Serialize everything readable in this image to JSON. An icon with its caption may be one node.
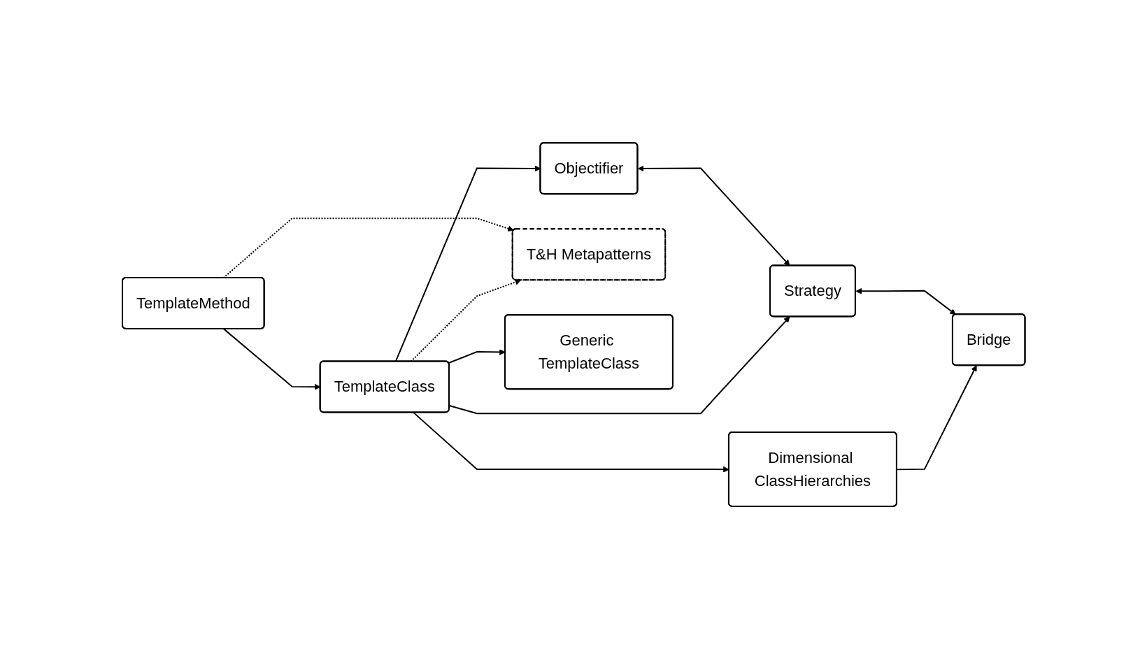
{
  "diagram": {
    "nodes": [
      {
        "text": [
          "Objectifier"
        ]
      },
      {
        "text": [
          "Strategy"
        ]
      },
      {
        "text": [
          "T&H Metapatterns"
        ]
      },
      {
        "text": [
          "Bridge"
        ]
      },
      {
        "text": [
          "TemplateMethod"
        ]
      },
      {
        "text": [
          "TemplateClass"
        ]
      },
      {
        "text": [
          "Dimensional ClassHierarchies"
        ]
      },
      {
        "text": [
          "Generic TemplateClass"
        ]
      }
    ],
    "edges": [
      {
        "from": 0,
        "to": 1,
        "arrow": "both"
      },
      {
        "from": 5,
        "to": 1,
        "arrow": "to"
      },
      {
        "from": 1,
        "to": 3,
        "arrow": "both"
      },
      {
        "from": 4,
        "to": 2,
        "arrow": "to",
        "style": "dashed"
      },
      {
        "from": 5,
        "to": 2,
        "arrow": "to",
        "style": "dashed"
      },
      {
        "from": 4,
        "to": 5,
        "arrow": "to"
      },
      {
        "from": 5,
        "to": 0,
        "arrow": "to"
      },
      {
        "from": 5,
        "to": 6,
        "arrow": "to"
      },
      {
        "from": 5,
        "to": 7,
        "arrow": "to"
      },
      {
        "from": 6,
        "to": 3,
        "arrow": "to"
      }
    ]
  }
}
